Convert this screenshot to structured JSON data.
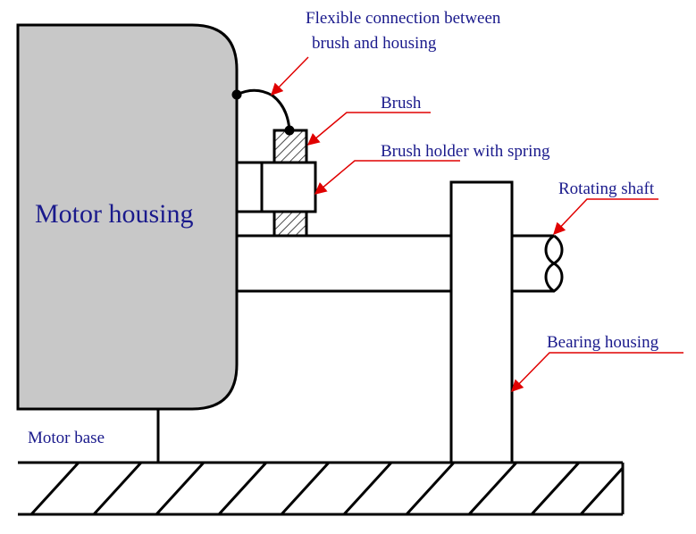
{
  "labels": {
    "motor_housing": "Motor housing",
    "motor_base": "Motor base",
    "flexible_connection_line1": "Flexible connection between",
    "flexible_connection_line2": "brush and housing",
    "brush": "Brush",
    "brush_holder": "Brush holder with spring",
    "rotating_shaft": "Rotating shaft",
    "bearing_housing": "Bearing housing"
  },
  "colors": {
    "label_text": "#1a1a8c",
    "leader_lines": "#e00000",
    "motor_housing_fill": "#c8c8c8",
    "outline": "#000000"
  }
}
